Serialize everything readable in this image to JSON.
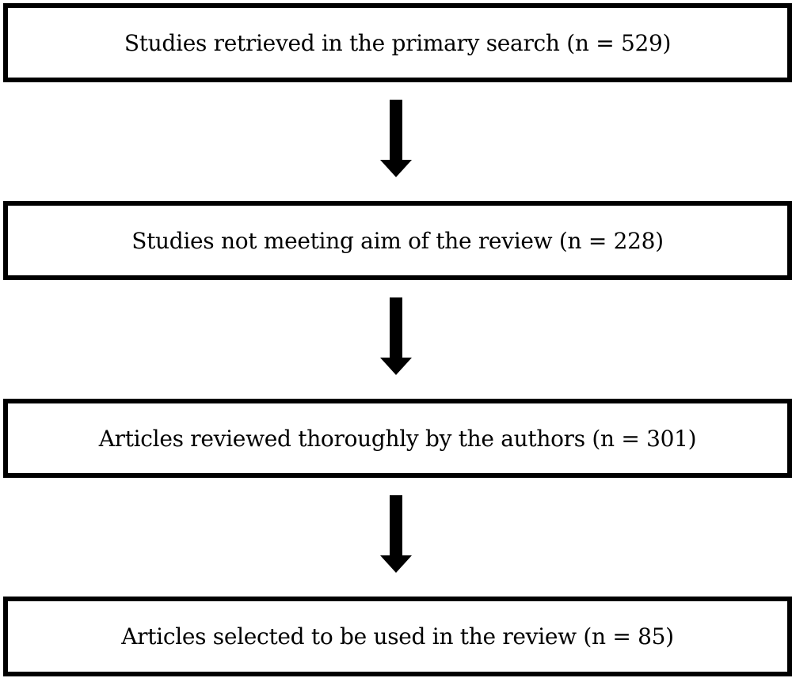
{
  "flowchart": {
    "steps": [
      {
        "label": "Studies retrieved in the primary search (n = 529)"
      },
      {
        "label": "Studies not meeting aim of the review (n = 228)"
      },
      {
        "label": "Articles reviewed thoroughly by the authors (n = 301)"
      },
      {
        "label": "Articles selected to be used in the review (n = 85)"
      }
    ],
    "colors": {
      "stroke": "#000000",
      "fill": "#ffffff"
    }
  }
}
